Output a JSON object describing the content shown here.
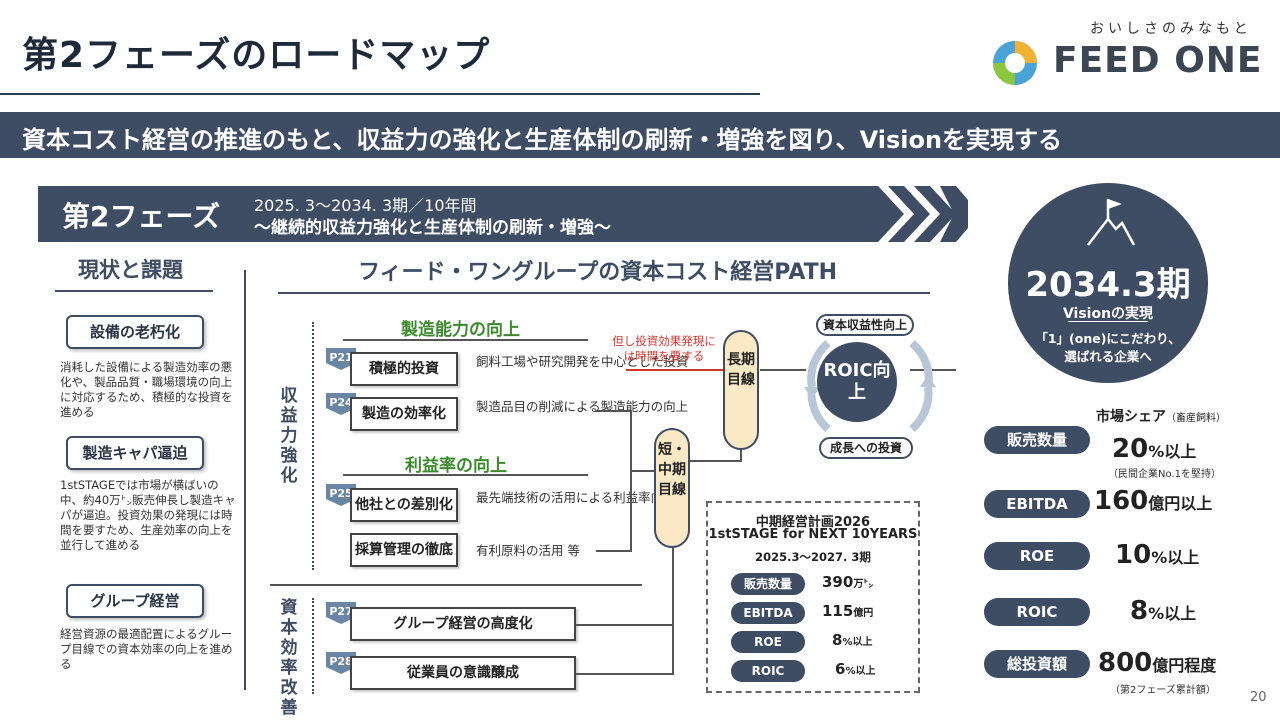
{
  "header": {
    "title": "第2フェーズのロードマップ",
    "logo_tagline": "おいしさのみなもと",
    "logo_text": "FEED ONE"
  },
  "banner": "資本コスト経営の推進のもと、収益力の強化と生産体制の刷新・増強を図り、Visionを実現する",
  "phase": {
    "label": "第2フェーズ",
    "period": "2025. 3～2034. 3期／10年間",
    "description": "～継続的収益力強化と生産体制の刷新・増強～"
  },
  "status": {
    "title": "現状と課題",
    "issues": [
      {
        "label": "設備の老朽化",
        "text": "消耗した設備による製造効率の悪化や、製品品質・職場環境の向上に対応するため、積極的な投資を進める"
      },
      {
        "label": "製造キャパ逼迫",
        "text": "1stSTAGEでは市場が横ばいの中、約40万㌧販売伸長し製造キャパが逼迫。投資効果の発現には時間を要すため、生産効率の向上を並行して進める"
      },
      {
        "label": "グループ経営",
        "text": "経営資源の最適配置によるグループ目線での資本効率の向上を進める"
      }
    ]
  },
  "path": {
    "title": "フィード・ワングループの資本コスト経営PATH",
    "profitability_label": "収益力強化",
    "capital_label": "資本効率改善",
    "manufacturing_title": "製造能力の向上",
    "margin_title": "利益率の向上",
    "items": [
      {
        "tag": "P21",
        "label": "積極的投資",
        "desc": "飼料工場や研究開発を中心とした投資"
      },
      {
        "tag": "P24",
        "label": "製造の効率化",
        "desc": "製造品目の削減による製造能力の向上"
      },
      {
        "tag": "P25",
        "label": "他社との差別化",
        "desc": "最先端技術の活用による利益率向上"
      },
      {
        "tag": "",
        "label": "採算管理の徹底",
        "desc": "有利原料の活用 等"
      },
      {
        "tag": "P27",
        "label": "グループ経営の高度化",
        "desc": ""
      },
      {
        "tag": "P28",
        "label": "従業員の意識醸成",
        "desc": ""
      }
    ],
    "note": "但し投資効果発現には時間を要する",
    "long_term": "長期目線",
    "mid_term": "短・中期目線",
    "roic_center": "ROIC向上",
    "roic_top": "資本収益性向上",
    "roic_bottom": "成長への投資"
  },
  "plan": {
    "title1": "中期経営計画2026",
    "title2": "1stSTAGE for NEXT 10YEARS",
    "period": "2025.3～2027. 3期",
    "rows": [
      {
        "label": "販売数量",
        "value": "390",
        "unit": "万㌧"
      },
      {
        "label": "EBITDA",
        "value": "115",
        "unit": "億円"
      },
      {
        "label": "ROE",
        "value": "8",
        "unit": "%以上"
      },
      {
        "label": "ROIC",
        "value": "6",
        "unit": "%以上"
      }
    ]
  },
  "vision": {
    "year": "2034.3期",
    "subtitle": "Visionの実現",
    "line1": "「1」(one)にこだわり、",
    "line2": "選ばれる企業へ",
    "share_title": "市場シェア",
    "share_note": "（畜産飼料）",
    "kpis": [
      {
        "label": "販売数量",
        "value": "20",
        "unit": "%以上",
        "note": "（民間企業No.1を堅持）"
      },
      {
        "label": "EBITDA",
        "value": "160",
        "unit": "億円以上",
        "note": ""
      },
      {
        "label": "ROE",
        "value": "10",
        "unit": "%以上",
        "note": ""
      },
      {
        "label": "ROIC",
        "value": "8",
        "unit": "%以上",
        "note": ""
      },
      {
        "label": "総投資額",
        "value": "800",
        "unit": "億円程度",
        "note": "（第2フェーズ累計額）"
      }
    ]
  },
  "page_number": "20",
  "colors": {
    "navy": "#3e4d63",
    "green": "#3d8a2e",
    "cream": "#fbe9c6",
    "red": "#d0342c"
  }
}
